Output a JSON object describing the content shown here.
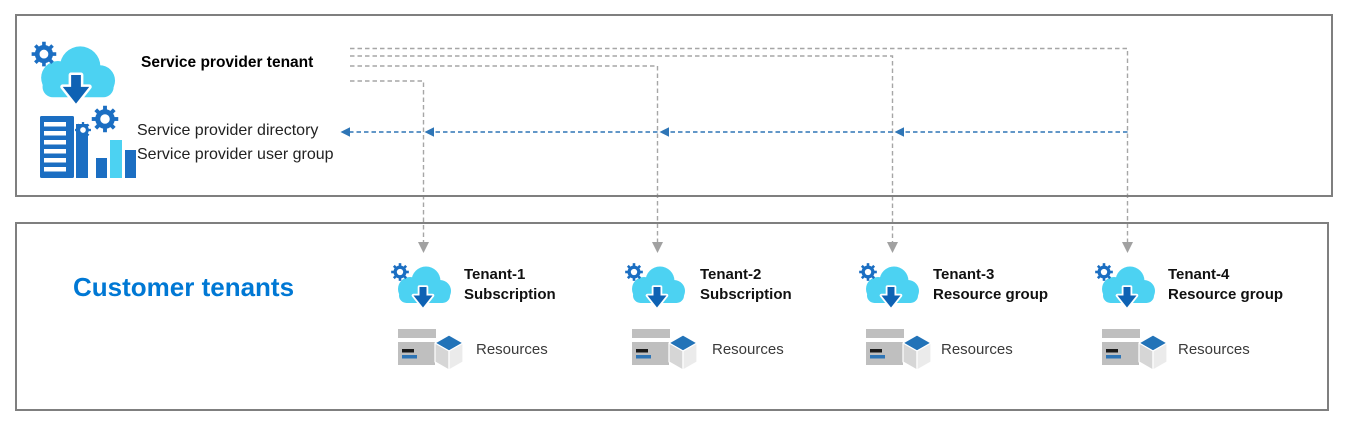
{
  "service_provider": {
    "title": "Service provider tenant",
    "directory_label": "Service provider directory",
    "user_group_label": "Service provider user group",
    "tenant_icon": "cloud-gear-download-icon",
    "directory_icon": "building-gears-barchart-icon"
  },
  "customer": {
    "title": "Customer tenants",
    "tenants": [
      {
        "name": "Tenant-1",
        "scope": "Subscription",
        "resources_label": "Resources"
      },
      {
        "name": "Tenant-2",
        "scope": "Subscription",
        "resources_label": "Resources"
      },
      {
        "name": "Tenant-3",
        "scope": "Resource group",
        "resources_label": "Resources"
      },
      {
        "name": "Tenant-4",
        "scope": "Resource group",
        "resources_label": "Resources"
      }
    ],
    "tenant_icon": "cloud-gear-download-icon",
    "resources_icon": "server-cube-icon"
  },
  "connections": {
    "downward_style": "gray-dashed-arrows-to-each-tenant",
    "leftward_style": "blue-dashed-arrows-back-to-service-provider-directory"
  },
  "colors": {
    "cloud_cyan": "#4cd2f2",
    "azure_blue": "#1b6ec2",
    "arrow_deep_blue": "#0e62b4",
    "blue_dash": "#2e75b6",
    "gray_dash": "#a6a6a6",
    "customer_title_blue": "#0078d4",
    "box_border": "#7f7f7f",
    "resource_gray": "#bfbfbf",
    "cube_top_blue": "#2273b8"
  }
}
